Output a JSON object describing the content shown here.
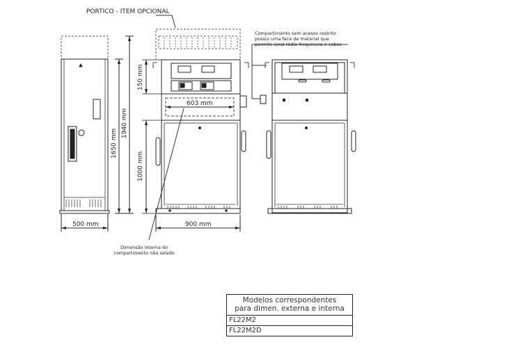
{
  "labels": {
    "portico": "PÓRTICO - ITEM OPCIONAL",
    "compartment_note": [
      "Compartimento sem acesso restrito",
      "possui uma face de material que",
      "permite sinal rádio frequência e cabos"
    ],
    "internal_note": [
      "Dimensão interna do",
      "compartimento não selado"
    ],
    "dim_150": "150 mm",
    "dim_1650": "1650 mm",
    "dim_1940": "1940 mm",
    "dim_603": "603 mm",
    "dim_1000": "1000 mm",
    "dim_500": "500 mm",
    "dim_900": "900 mm"
  },
  "table": {
    "header": [
      "Modelos correspondentes",
      "para dimen. externa e interna"
    ],
    "rows": [
      "FL22M2",
      "FL22M2D"
    ]
  }
}
